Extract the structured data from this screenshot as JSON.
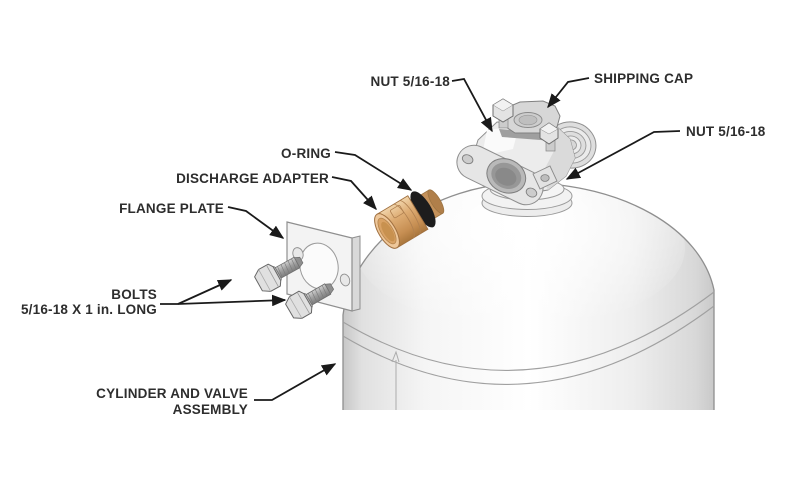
{
  "diagram": {
    "type": "exploded-parts-illustration",
    "labels": {
      "nut_top": "NUT 5/16-18",
      "shipping_cap": "SHIPPING CAP",
      "nut_right": "NUT 5/16-18",
      "o_ring": "O-RING",
      "discharge_adapter": "DISCHARGE ADAPTER",
      "flange_plate": "FLANGE PLATE",
      "bolts_line1": "BOLTS",
      "bolts_line2": "5/16-18 X 1 in. LONG",
      "cylinder_line1": "CYLINDER AND VALVE",
      "cylinder_line2": "ASSEMBLY"
    },
    "colors": {
      "background": "#ffffff",
      "label_text": "#2d2d2d",
      "leader_line": "#1a1a1a",
      "metal_outline": "#8f8f8f",
      "metal_light": "#f2f2f2",
      "brass": "#d9a76b",
      "o_ring_black": "#1d1d1d"
    }
  }
}
